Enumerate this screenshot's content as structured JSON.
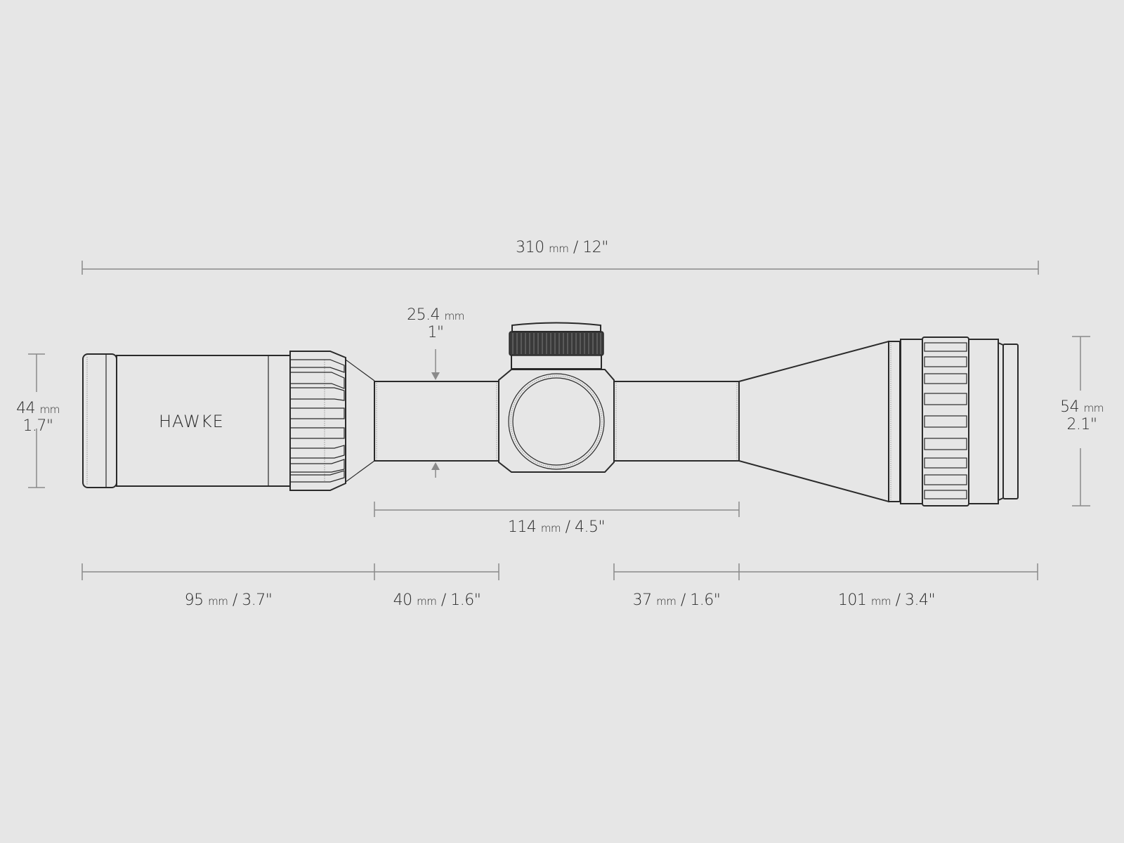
{
  "drawing": {
    "type": "riflescope dimension drawing",
    "brand": "HAWKE",
    "background_color": "#e6e6e6",
    "line_color": "#2a2a2a",
    "dimension_line_color": "#8a8a8a"
  },
  "dimensions": {
    "overall_length": {
      "value": "310",
      "unit": "mm",
      "imperial": "12\""
    },
    "tube_diameter": {
      "value": "25.4",
      "unit": "mm",
      "imperial": "1\""
    },
    "eyepiece_diameter": {
      "value": "44",
      "unit": "mm",
      "imperial": "1.7\""
    },
    "objective_diameter": {
      "value": "54",
      "unit": "mm",
      "imperial": "2.1\""
    },
    "mounting_length": {
      "value": "114",
      "unit": "mm",
      "imperial": "4.5\""
    },
    "eyepiece_length": {
      "value": "95",
      "unit": "mm",
      "imperial": "3.7\""
    },
    "rear_tube_length": {
      "value": "40",
      "unit": "mm",
      "imperial": "1.6\""
    },
    "front_tube_length": {
      "value": "37",
      "unit": "mm",
      "imperial": "1.6\""
    },
    "objective_length": {
      "value": "101",
      "unit": "mm",
      "imperial": "3.4\""
    }
  },
  "labels": {
    "sep": " / ",
    "mm": "mm"
  }
}
